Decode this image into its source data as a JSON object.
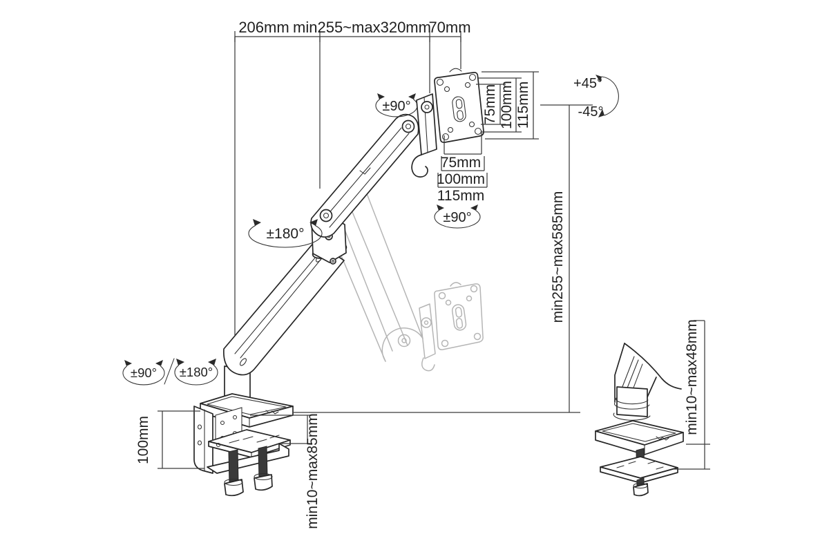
{
  "drawing": {
    "background": "#ffffff",
    "line_color": "#262626",
    "ghost_color": "#b5b5b5",
    "dim_color": "#3a3a3a"
  },
  "top_dims": {
    "arm1": "206mm",
    "arm2": "min255~max320mm",
    "head_offset": "70mm"
  },
  "vesa": {
    "side": {
      "hole_75": "75mm",
      "hole_100": "100mm",
      "plate_115": "115mm"
    },
    "bottom": {
      "hole_75": "75mm",
      "hole_100": "100mm",
      "plate_115": "115mm"
    }
  },
  "height_range": "min255~max585mm",
  "rotation_labels": {
    "head_tilt_swivel": "±90°",
    "tilt_up": "+45°",
    "tilt_down": "-45°",
    "vesa_rotation": "±90°",
    "elbow_swivel": "±180°",
    "base_swivel_90": "±90°",
    "base_swivel_180": "±180°"
  },
  "clamp": {
    "bracket_height": "100mm",
    "desk_thickness": "min10~max85mm"
  },
  "grommet": {
    "desk_thickness": "min10~max48mm"
  }
}
